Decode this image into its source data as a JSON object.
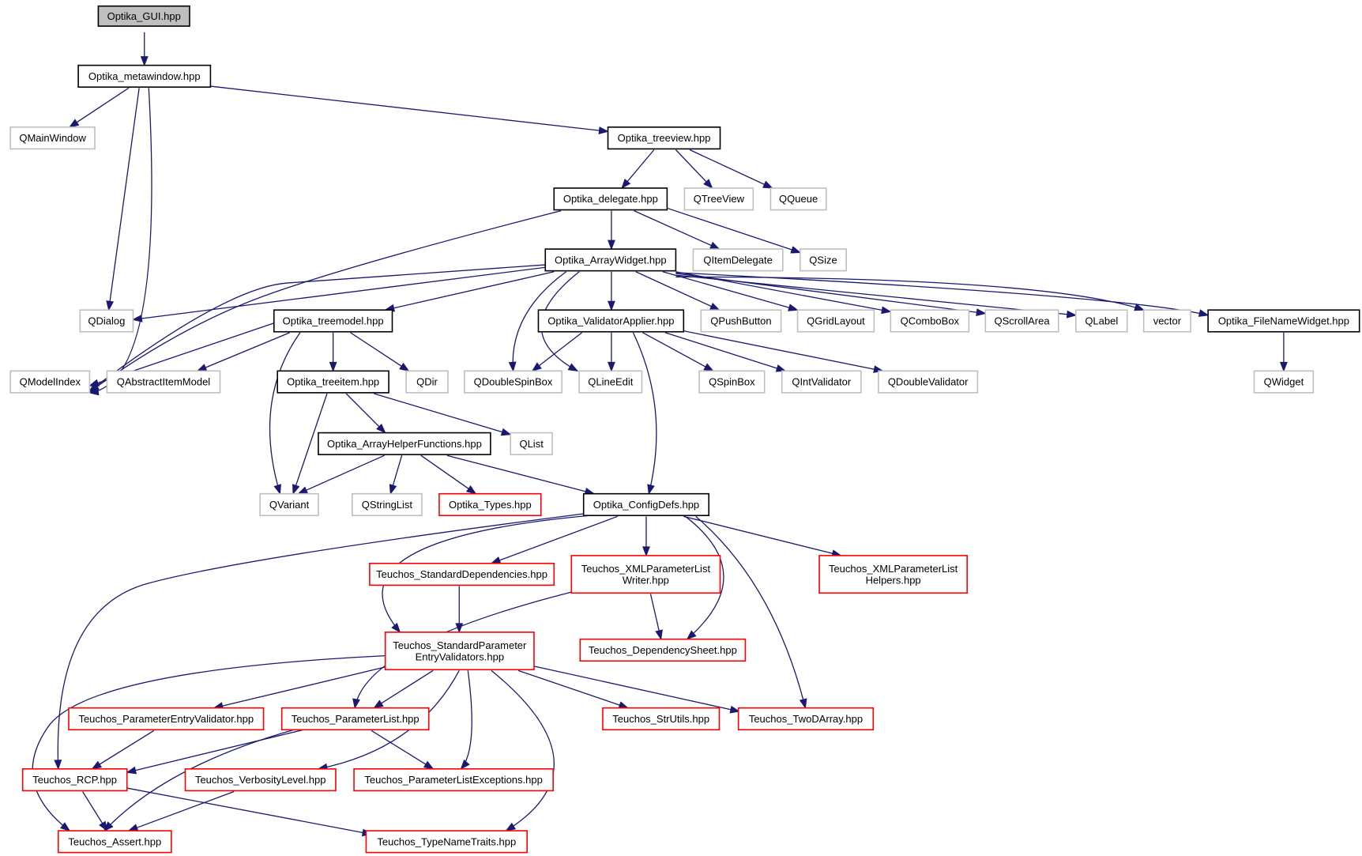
{
  "colors": {
    "background": "#ffffff",
    "edge": "#191970",
    "local_header_border": "#000000",
    "root_fill": "#bfbfbf",
    "external_border": "#bfbfbf",
    "missing_border": "#ff0000"
  },
  "nodes": {
    "gui": {
      "label": "Optika_GUI.hpp",
      "kind": "root"
    },
    "metawindow": {
      "label": "Optika_metawindow.hpp",
      "kind": "local"
    },
    "qmainwindow": {
      "label": "QMainWindow",
      "kind": "external"
    },
    "treeview": {
      "label": "Optika_treeview.hpp",
      "kind": "local"
    },
    "delegate": {
      "label": "Optika_delegate.hpp",
      "kind": "local"
    },
    "qtreeview": {
      "label": "QTreeView",
      "kind": "external"
    },
    "qqueue": {
      "label": "QQueue",
      "kind": "external"
    },
    "arraywidget": {
      "label": "Optika_ArrayWidget.hpp",
      "kind": "local"
    },
    "qitemdelegate": {
      "label": "QItemDelegate",
      "kind": "external"
    },
    "qsize": {
      "label": "QSize",
      "kind": "external"
    },
    "qdialog": {
      "label": "QDialog",
      "kind": "external"
    },
    "treemodel": {
      "label": "Optika_treemodel.hpp",
      "kind": "local"
    },
    "validatorapplier": {
      "label": "Optika_ValidatorApplier.hpp",
      "kind": "local"
    },
    "qpushbutton": {
      "label": "QPushButton",
      "kind": "external"
    },
    "qgridlayout": {
      "label": "QGridLayout",
      "kind": "external"
    },
    "qcombobox": {
      "label": "QComboBox",
      "kind": "external"
    },
    "qscrollarea": {
      "label": "QScrollArea",
      "kind": "external"
    },
    "qlabel": {
      "label": "QLabel",
      "kind": "external"
    },
    "vector": {
      "label": "vector",
      "kind": "external"
    },
    "filenamewidget": {
      "label": "Optika_FileNameWidget.hpp",
      "kind": "local"
    },
    "qmodelindex": {
      "label": "QModelIndex",
      "kind": "external"
    },
    "qabstractitemmodel": {
      "label": "QAbstractItemModel",
      "kind": "external"
    },
    "treeitem": {
      "label": "Optika_treeitem.hpp",
      "kind": "local"
    },
    "qdir": {
      "label": "QDir",
      "kind": "external"
    },
    "qdoublespinbox": {
      "label": "QDoubleSpinBox",
      "kind": "external"
    },
    "qlineedit": {
      "label": "QLineEdit",
      "kind": "external"
    },
    "qspinbox": {
      "label": "QSpinBox",
      "kind": "external"
    },
    "qintvalidator": {
      "label": "QIntValidator",
      "kind": "external"
    },
    "qdoublevalidator": {
      "label": "QDoubleValidator",
      "kind": "external"
    },
    "qwidget": {
      "label": "QWidget",
      "kind": "external"
    },
    "arrayhelper": {
      "label": "Optika_ArrayHelperFunctions.hpp",
      "kind": "local"
    },
    "qlist": {
      "label": "QList",
      "kind": "external"
    },
    "qvariant": {
      "label": "QVariant",
      "kind": "external"
    },
    "qstringlist": {
      "label": "QStringList",
      "kind": "external"
    },
    "optikatypes": {
      "label": "Optika_Types.hpp",
      "kind": "missing"
    },
    "configdefs": {
      "label": "Optika_ConfigDefs.hpp",
      "kind": "local"
    },
    "stddeps": {
      "label": "Teuchos_StandardDependencies.hpp",
      "kind": "missing"
    },
    "xmlwriter": {
      "label": [
        "Teuchos_XMLParameterList",
        "Writer.hpp"
      ],
      "kind": "missing"
    },
    "xmlhelpers": {
      "label": [
        "Teuchos_XMLParameterList",
        "Helpers.hpp"
      ],
      "kind": "missing"
    },
    "stdparamvalid": {
      "label": [
        "Teuchos_StandardParameter",
        "EntryValidators.hpp"
      ],
      "kind": "missing"
    },
    "depsheet": {
      "label": "Teuchos_DependencySheet.hpp",
      "kind": "missing"
    },
    "paramentryvalid": {
      "label": "Teuchos_ParameterEntryValidator.hpp",
      "kind": "missing"
    },
    "paramlist": {
      "label": "Teuchos_ParameterList.hpp",
      "kind": "missing"
    },
    "strutils": {
      "label": "Teuchos_StrUtils.hpp",
      "kind": "missing"
    },
    "twodarray": {
      "label": "Teuchos_TwoDArray.hpp",
      "kind": "missing"
    },
    "rcp": {
      "label": "Teuchos_RCP.hpp",
      "kind": "missing"
    },
    "verbosity": {
      "label": "Teuchos_VerbosityLevel.hpp",
      "kind": "missing"
    },
    "plexceptions": {
      "label": "Teuchos_ParameterListExceptions.hpp",
      "kind": "missing"
    },
    "assert": {
      "label": "Teuchos_Assert.hpp",
      "kind": "missing"
    },
    "typenametraits": {
      "label": "Teuchos_TypeNameTraits.hpp",
      "kind": "missing"
    }
  },
  "edges": [
    [
      "gui",
      "metawindow"
    ],
    [
      "metawindow",
      "qmainwindow"
    ],
    [
      "metawindow",
      "qdialog"
    ],
    [
      "metawindow",
      "qmodelindex"
    ],
    [
      "metawindow",
      "treeview"
    ],
    [
      "treeview",
      "delegate"
    ],
    [
      "treeview",
      "qtreeview"
    ],
    [
      "treeview",
      "qqueue"
    ],
    [
      "delegate",
      "arraywidget"
    ],
    [
      "delegate",
      "qitemdelegate"
    ],
    [
      "delegate",
      "qsize"
    ],
    [
      "delegate",
      "qmodelindex"
    ],
    [
      "arraywidget",
      "qdialog"
    ],
    [
      "arraywidget",
      "qmodelindex"
    ],
    [
      "arraywidget",
      "treemodel"
    ],
    [
      "arraywidget",
      "qdoublespinbox"
    ],
    [
      "arraywidget",
      "qlineedit"
    ],
    [
      "arraywidget",
      "validatorapplier"
    ],
    [
      "arraywidget",
      "qpushbutton"
    ],
    [
      "arraywidget",
      "qgridlayout"
    ],
    [
      "arraywidget",
      "qcombobox"
    ],
    [
      "arraywidget",
      "qscrollarea"
    ],
    [
      "arraywidget",
      "qlabel"
    ],
    [
      "arraywidget",
      "vector"
    ],
    [
      "arraywidget",
      "filenamewidget"
    ],
    [
      "treemodel",
      "qmodelindex"
    ],
    [
      "treemodel",
      "qabstractitemmodel"
    ],
    [
      "treemodel",
      "treeitem"
    ],
    [
      "treemodel",
      "qdir"
    ],
    [
      "treemodel",
      "qvariant"
    ],
    [
      "treeitem",
      "arrayhelper"
    ],
    [
      "treeitem",
      "qlist"
    ],
    [
      "treeitem",
      "qvariant"
    ],
    [
      "validatorapplier",
      "qdoublespinbox"
    ],
    [
      "validatorapplier",
      "qlineedit"
    ],
    [
      "validatorapplier",
      "qspinbox"
    ],
    [
      "validatorapplier",
      "qintvalidator"
    ],
    [
      "validatorapplier",
      "qdoublevalidator"
    ],
    [
      "validatorapplier",
      "configdefs"
    ],
    [
      "filenamewidget",
      "qwidget"
    ],
    [
      "arrayhelper",
      "qvariant"
    ],
    [
      "arrayhelper",
      "qstringlist"
    ],
    [
      "arrayhelper",
      "optikatypes"
    ],
    [
      "arrayhelper",
      "configdefs"
    ],
    [
      "configdefs",
      "stddeps"
    ],
    [
      "configdefs",
      "xmlwriter"
    ],
    [
      "configdefs",
      "xmlhelpers"
    ],
    [
      "configdefs",
      "depsheet"
    ],
    [
      "configdefs",
      "twodarray"
    ],
    [
      "configdefs",
      "stdparamvalid"
    ],
    [
      "configdefs",
      "rcp"
    ],
    [
      "stddeps",
      "stdparamvalid"
    ],
    [
      "xmlwriter",
      "depsheet"
    ],
    [
      "xmlwriter",
      "paramlist"
    ],
    [
      "stdparamvalid",
      "paramentryvalid"
    ],
    [
      "stdparamvalid",
      "paramlist"
    ],
    [
      "stdparamvalid",
      "strutils"
    ],
    [
      "stdparamvalid",
      "twodarray"
    ],
    [
      "stdparamvalid",
      "verbosity"
    ],
    [
      "stdparamvalid",
      "plexceptions"
    ],
    [
      "stdparamvalid",
      "assert"
    ],
    [
      "stdparamvalid",
      "typenametraits"
    ],
    [
      "paramentryvalid",
      "rcp"
    ],
    [
      "paramlist",
      "rcp"
    ],
    [
      "paramlist",
      "plexceptions"
    ],
    [
      "paramlist",
      "assert"
    ],
    [
      "rcp",
      "assert"
    ],
    [
      "rcp",
      "typenametraits"
    ],
    [
      "verbosity",
      "assert"
    ]
  ]
}
